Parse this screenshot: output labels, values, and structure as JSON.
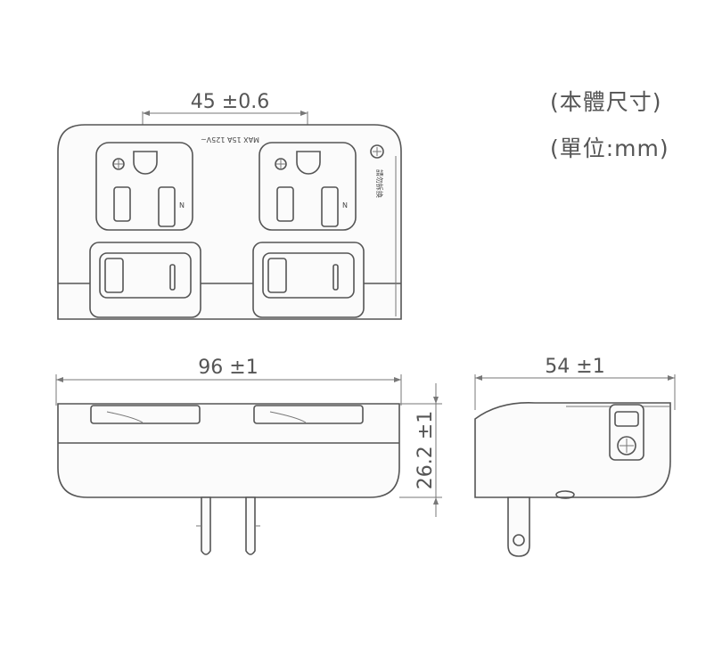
{
  "notes": {
    "size_label": "(本體尺寸)",
    "unit_label": "(單位:mm)"
  },
  "dimensions": {
    "outlet_spacing": "45 ±0.6",
    "width": "96 ±1",
    "depth": "54 ±1",
    "height": "26.2 ±1"
  },
  "product_markings": {
    "rating": "MAX 15A 125V~",
    "neutral_mark": "N",
    "side_label": "請勿拆換"
  },
  "colors": {
    "line": "#555555",
    "fill": "#fbfbfb"
  }
}
